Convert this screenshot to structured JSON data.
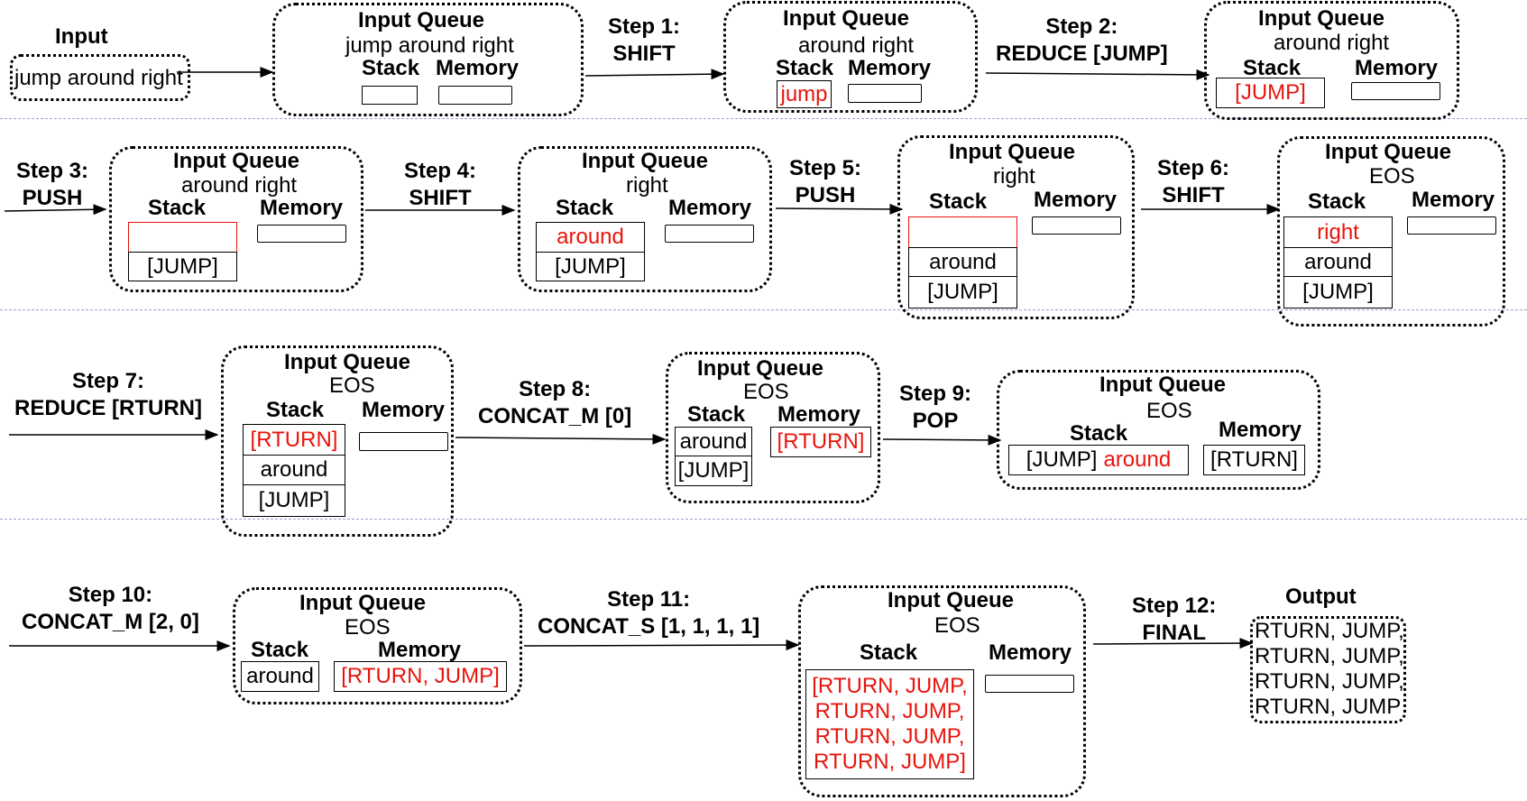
{
  "labels": {
    "input": "Input",
    "input_queue": "Input Queue",
    "stack": "Stack",
    "memory": "Memory",
    "output": "Output"
  },
  "input_text": "jump around right",
  "steps": [
    {
      "num": "Step 1:",
      "action": "SHIFT"
    },
    {
      "num": "Step 2:",
      "action": "REDUCE [JUMP]"
    },
    {
      "num": "Step 3:",
      "action": "PUSH"
    },
    {
      "num": "Step 4:",
      "action": "SHIFT"
    },
    {
      "num": "Step 5:",
      "action": "PUSH"
    },
    {
      "num": "Step 6:",
      "action": "SHIFT"
    },
    {
      "num": "Step 7:",
      "action": "REDUCE [RTURN]"
    },
    {
      "num": "Step 8:",
      "action": "CONCAT_M [0]"
    },
    {
      "num": "Step 9:",
      "action": "POP"
    },
    {
      "num": "Step 10:",
      "action": "CONCAT_M [2, 0]"
    },
    {
      "num": "Step 11:",
      "action": "CONCAT_S [1, 1, 1, 1]"
    },
    {
      "num": "Step 12:",
      "action": "FINAL"
    }
  ],
  "states": [
    {
      "queue": "jump around right",
      "stack": [],
      "memory": ""
    },
    {
      "queue": "around right",
      "stack": [
        "jump"
      ],
      "memory": ""
    },
    {
      "queue": "around right",
      "stack": [
        "[JUMP]"
      ],
      "memory": ""
    },
    {
      "queue": "around right",
      "stack": [
        "",
        "[JUMP]"
      ],
      "memory": ""
    },
    {
      "queue": "right",
      "stack": [
        "around",
        "[JUMP]"
      ],
      "memory": ""
    },
    {
      "queue": "right",
      "stack": [
        "",
        "around",
        "[JUMP]"
      ],
      "memory": ""
    },
    {
      "queue": "EOS",
      "stack": [
        "right",
        "around",
        "[JUMP]"
      ],
      "memory": ""
    },
    {
      "queue": "EOS",
      "stack": [
        "[RTURN]",
        "around",
        "[JUMP]"
      ],
      "memory": ""
    },
    {
      "queue": "EOS",
      "stack": [
        "around",
        "[JUMP]"
      ],
      "memory": "[RTURN]"
    },
    {
      "queue": "EOS",
      "stack": [
        "[JUMP] around"
      ],
      "stack_parts": [
        "[JUMP]",
        "around"
      ],
      "memory": "[RTURN]"
    },
    {
      "queue": "EOS",
      "stack": [
        "around"
      ],
      "memory": "[RTURN, JUMP]"
    },
    {
      "queue": "EOS",
      "stack_lines": [
        "[RTURN, JUMP,",
        "RTURN, JUMP,",
        "RTURN, JUMP,",
        "RTURN, JUMP]"
      ],
      "memory": ""
    }
  ],
  "output_lines": [
    "RTURN, JUMP,",
    "RTURN, JUMP,",
    "RTURN, JUMP,",
    "RTURN, JUMP"
  ],
  "colors": {
    "highlight": "#e8140c",
    "separator": "#a79bc9",
    "text": "#000000"
  }
}
